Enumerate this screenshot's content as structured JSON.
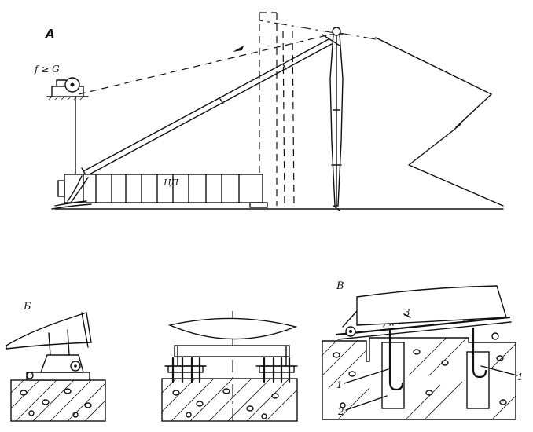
{
  "labels": {
    "panel_a": "А",
    "panel_b": "Б",
    "panel_v": "В",
    "winch": "f ≥ G",
    "pipe_mark": "ЦП",
    "callout_1a": "1",
    "callout_1b": "1",
    "callout_2": "2",
    "callout_3": "3"
  }
}
